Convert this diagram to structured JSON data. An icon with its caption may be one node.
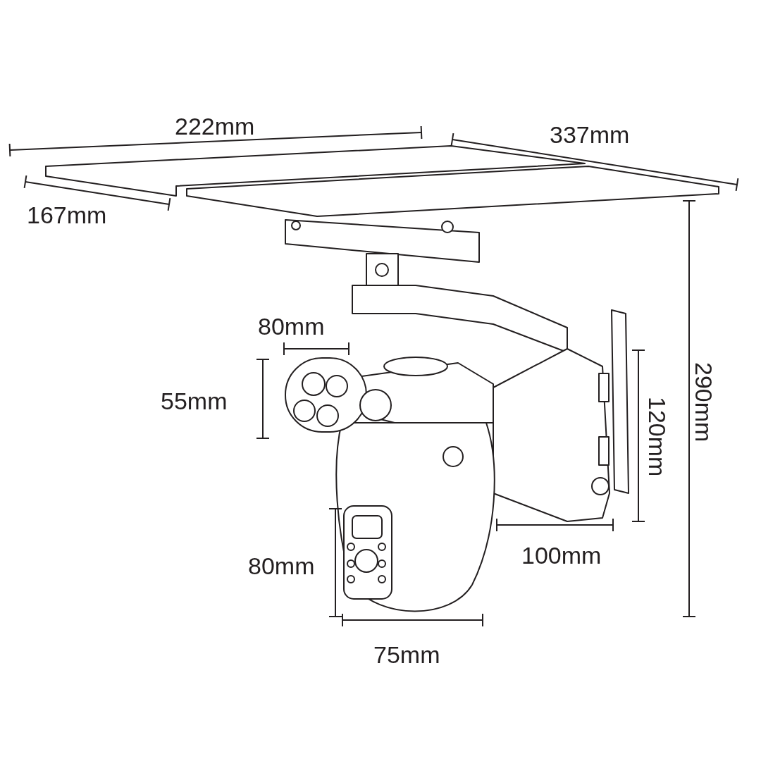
{
  "diagram": {
    "labels": [
      "222mm",
      "337mm",
      "167mm",
      "80mm",
      "55mm",
      "290mm",
      "120mm",
      "100mm",
      "80mm",
      "75mm"
    ]
  }
}
